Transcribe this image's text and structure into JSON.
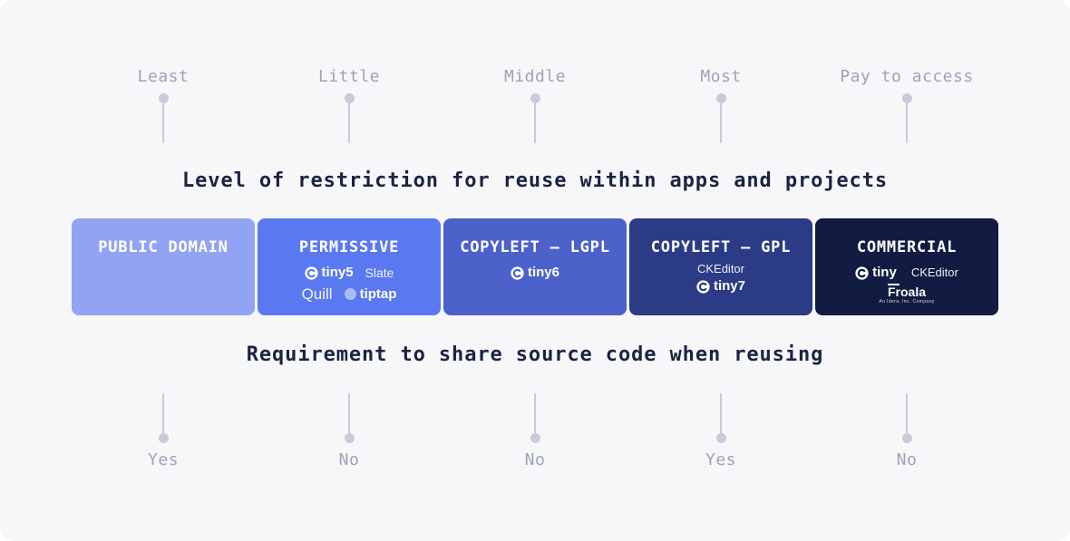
{
  "titles": {
    "restriction": "Level of restriction for reuse within apps and projects",
    "share_source": "Requirement to share source code when reusing"
  },
  "top_scale": {
    "items": [
      {
        "label": "Least"
      },
      {
        "label": "Little"
      },
      {
        "label": "Middle"
      },
      {
        "label": "Most"
      },
      {
        "label": "Pay to access"
      }
    ]
  },
  "bottom_scale": {
    "items": [
      {
        "label": "Yes"
      },
      {
        "label": "No"
      },
      {
        "label": "No"
      },
      {
        "label": "Yes"
      },
      {
        "label": "No"
      }
    ]
  },
  "cards": [
    {
      "title": "PUBLIC DOMAIN",
      "color": "#93A3F3"
    },
    {
      "title": "PERMISSIVE",
      "color": "#5A78F0",
      "logos": {
        "tiny5": "tiny5",
        "slate": "Slate",
        "quill": "Quill",
        "tiptap": "tiptap"
      }
    },
    {
      "title": "COPYLEFT — LGPL",
      "color": "#4D61CB",
      "logos": {
        "tiny6": "tiny6"
      }
    },
    {
      "title": "COPYLEFT — GPL",
      "color": "#2B3B85",
      "logos": {
        "ckeditor": "CKEditor",
        "tiny7": "tiny7"
      }
    },
    {
      "title": "COMMERCIAL",
      "color": "#121B42",
      "logos": {
        "tiny": "tiny",
        "ckeditor": "CKEditor",
        "froala": "Froala",
        "froala_sub": "An Idera, Inc. Company"
      }
    }
  ],
  "colors": {
    "background": "#F7F7F9",
    "title_text": "#1B2343",
    "scale_text": "#9CA3B8",
    "pin": "#C7CBDB"
  }
}
